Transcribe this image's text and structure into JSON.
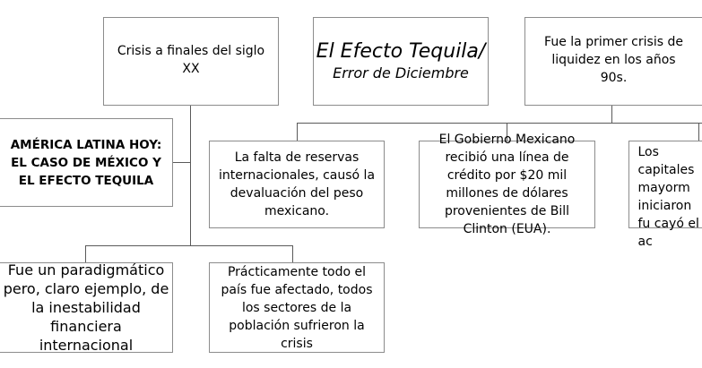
{
  "nodes": {
    "crisis": "Crisis a finales del siglo XX",
    "title_line1": "El Efecto Tequila/",
    "title_line2": "Error de Diciembre",
    "first_crisis": "Fue la primer crisis de liquidez en los años 90s.",
    "main_topic": "AMÉRICA LATINA HOY: EL CASO DE MÉXICO Y EL EFECTO TEQUILA",
    "reserves": "La falta de reservas internacionales, causó la devaluación del peso mexicano.",
    "credit": "El Gobierno Mexicano recibió una línea de crédito por $20 mil millones de dólares provenientes de Bill Clinton (EUA).",
    "capital": "Los capitales mayorm iniciaron fu cayó el ac",
    "paradigm": "Fue un paradigmático pero, claro ejemplo, de la inestabilidad financiera internacional",
    "affected": "Prácticamente todo el país fue afectado, todos los sectores de la población sufrieron la crisis"
  }
}
